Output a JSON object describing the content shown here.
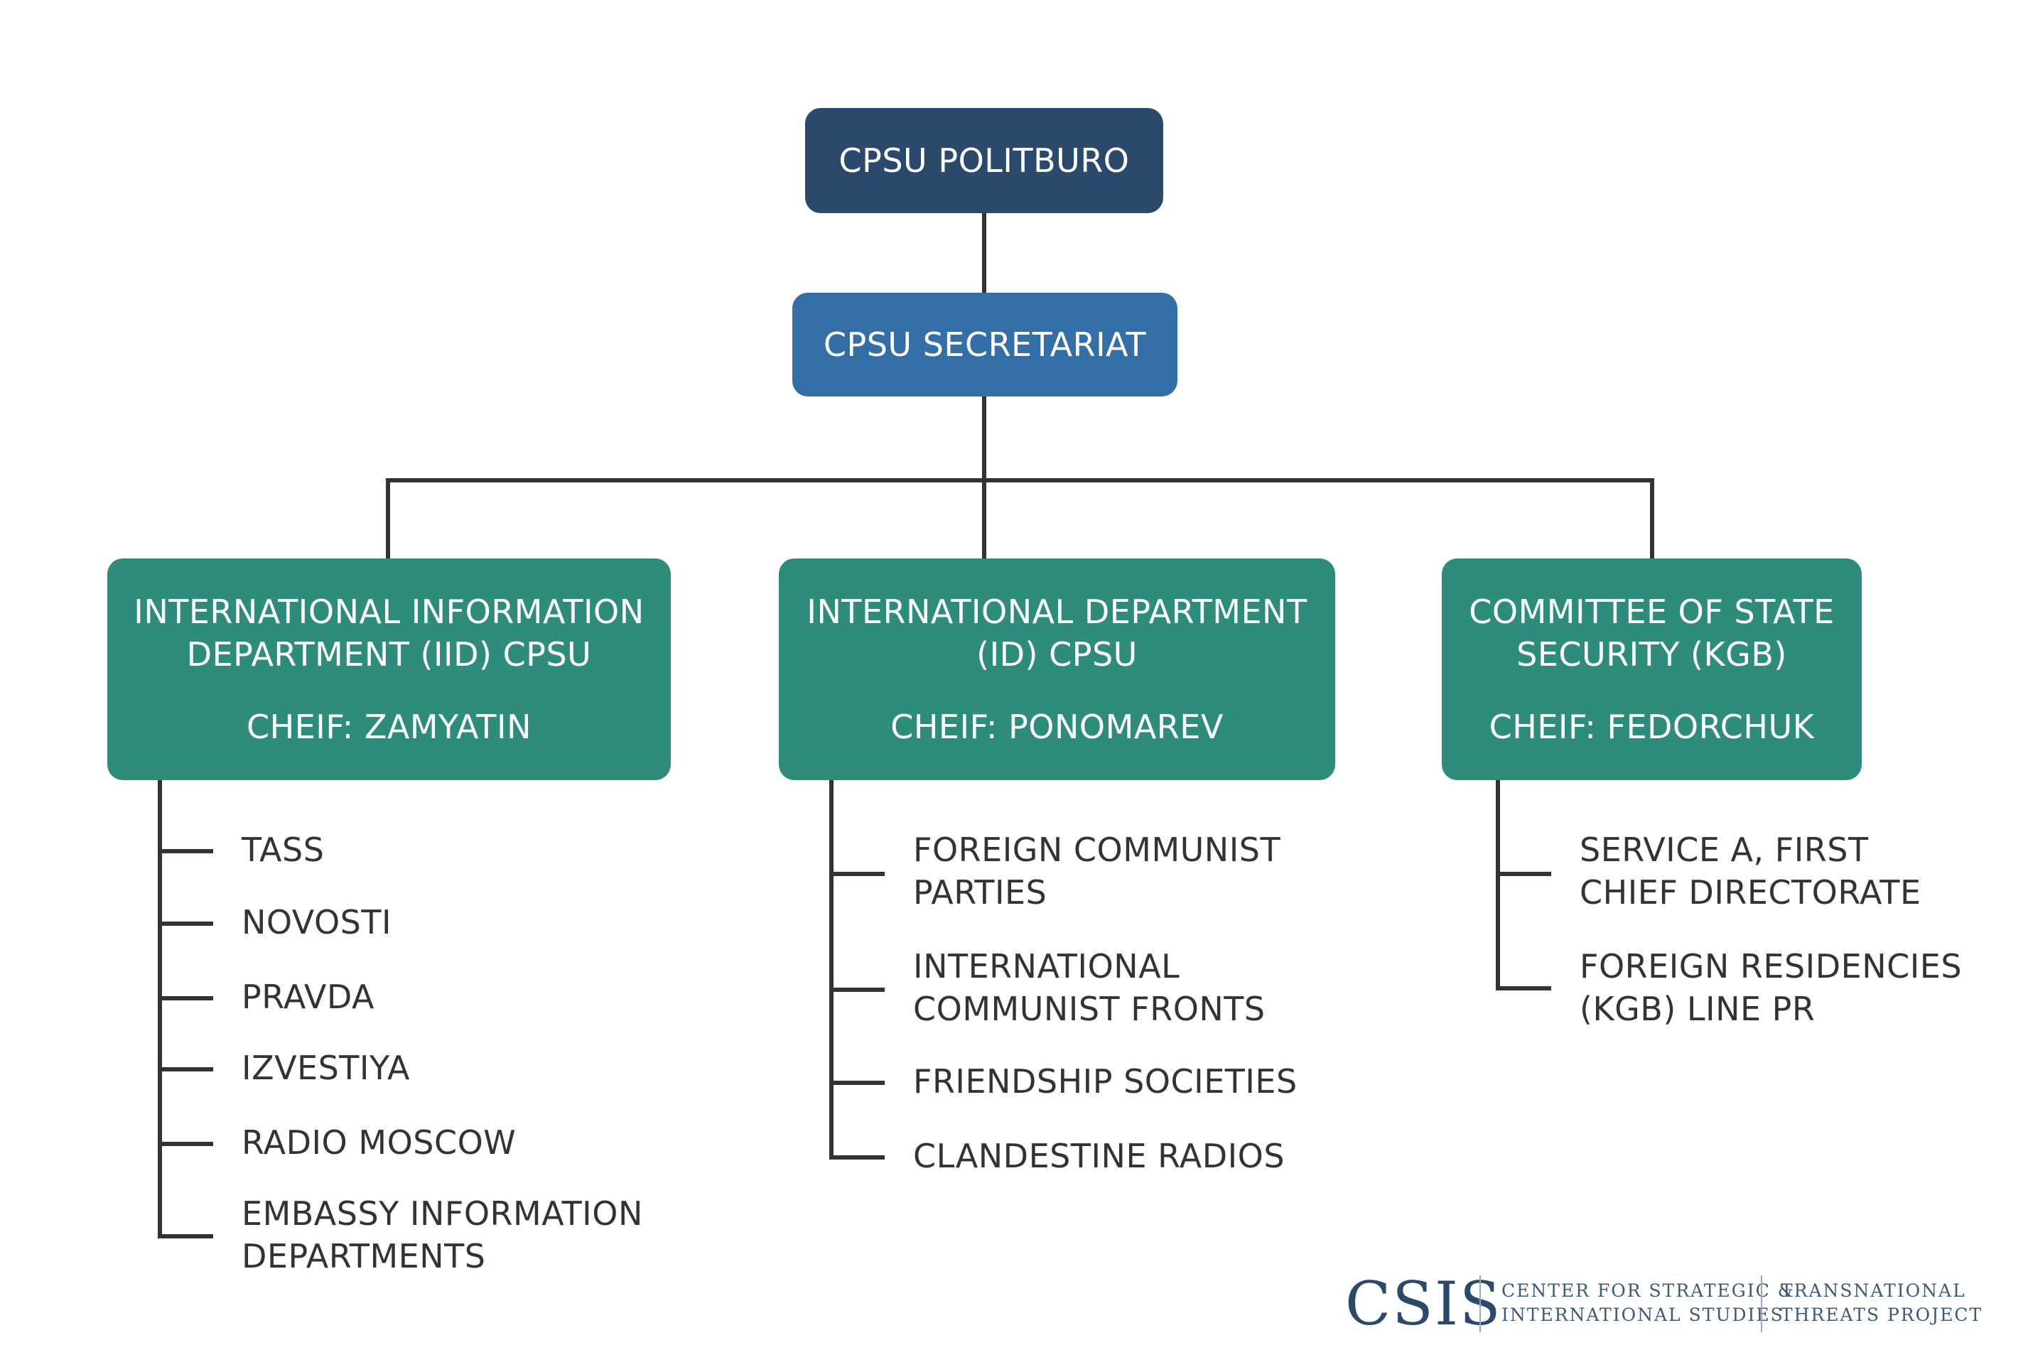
{
  "diagram": {
    "root": {
      "label": "CPSU POLITBURO"
    },
    "secretariat": {
      "label": "CPSU SECRETARIAT"
    },
    "departments": [
      {
        "title_line1": "INTERNATIONAL INFORMATION",
        "title_line2": "DEPARTMENT (IID) CPSU",
        "chief": "CHEIF: ZAMYATIN",
        "items": [
          [
            "TASS"
          ],
          [
            "NOVOSTI"
          ],
          [
            "PRAVDA"
          ],
          [
            "IZVESTIYA"
          ],
          [
            "RADIO MOSCOW"
          ],
          [
            "EMBASSY INFORMATION",
            "DEPARTMENTS"
          ]
        ]
      },
      {
        "title_line1": "INTERNATIONAL DEPARTMENT",
        "title_line2": "(ID) CPSU",
        "chief": "CHEIF: PONOMAREV",
        "items": [
          [
            "FOREIGN COMMUNIST",
            "PARTIES"
          ],
          [
            "INTERNATIONAL",
            "COMMUNIST FRONTS"
          ],
          [
            "FRIENDSHIP SOCIETIES"
          ],
          [
            "CLANDESTINE RADIOS"
          ]
        ]
      },
      {
        "title_line1": "COMMITTEE OF STATE",
        "title_line2": "SECURITY (KGB)",
        "chief": "CHEIF: FEDORCHUK",
        "items": [
          [
            "SERVICE A, FIRST",
            "CHIEF DIRECTORATE"
          ],
          [
            "FOREIGN RESIDENCIES",
            "(KGB) LINE PR"
          ]
        ]
      }
    ]
  },
  "logo": {
    "name": "CSIS",
    "org_line1": "CENTER FOR STRATEGIC &",
    "org_line2": "INTERNATIONAL STUDIES",
    "project_line1": "TRANSNATIONAL",
    "project_line2": "THREATS PROJECT"
  },
  "colors": {
    "politburo": "#2b4a6b",
    "secretariat": "#336ea7",
    "department": "#2e8c7a",
    "connector": "#333333",
    "text": "#333333"
  }
}
